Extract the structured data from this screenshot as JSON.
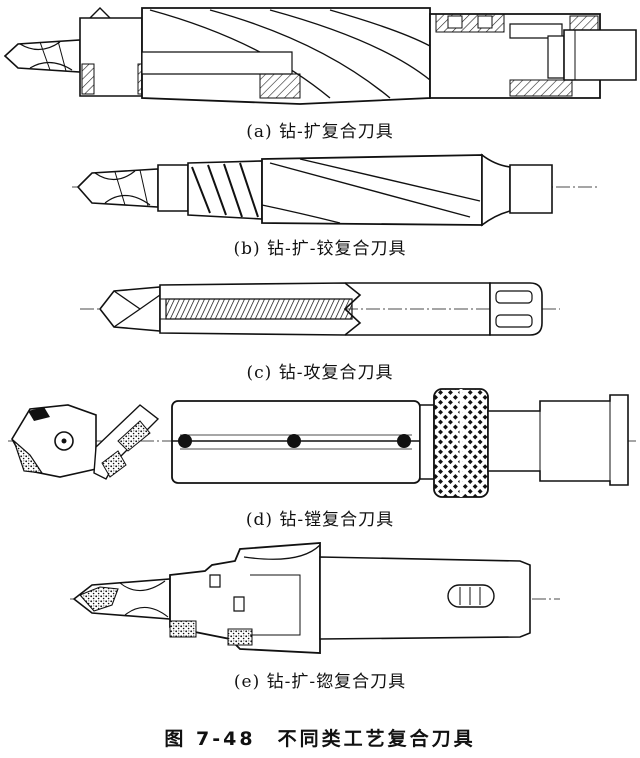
{
  "figure": {
    "title": "图 7-48　不同类工艺复合刀具"
  },
  "panels": [
    {
      "id": "a",
      "caption": "(a)  钻-扩复合刀具"
    },
    {
      "id": "b",
      "caption": "(b)  钻-扩-铰复合刀具"
    },
    {
      "id": "c",
      "caption": "(c)  钻-攻复合刀具"
    },
    {
      "id": "d",
      "caption": "(d)  钻-镗复合刀具"
    },
    {
      "id": "e",
      "caption": "(e)  钻-扩-锪复合刀具"
    }
  ],
  "colors": {
    "ink": "#111111",
    "hatch": "#333333",
    "paper": "#ffffff"
  }
}
